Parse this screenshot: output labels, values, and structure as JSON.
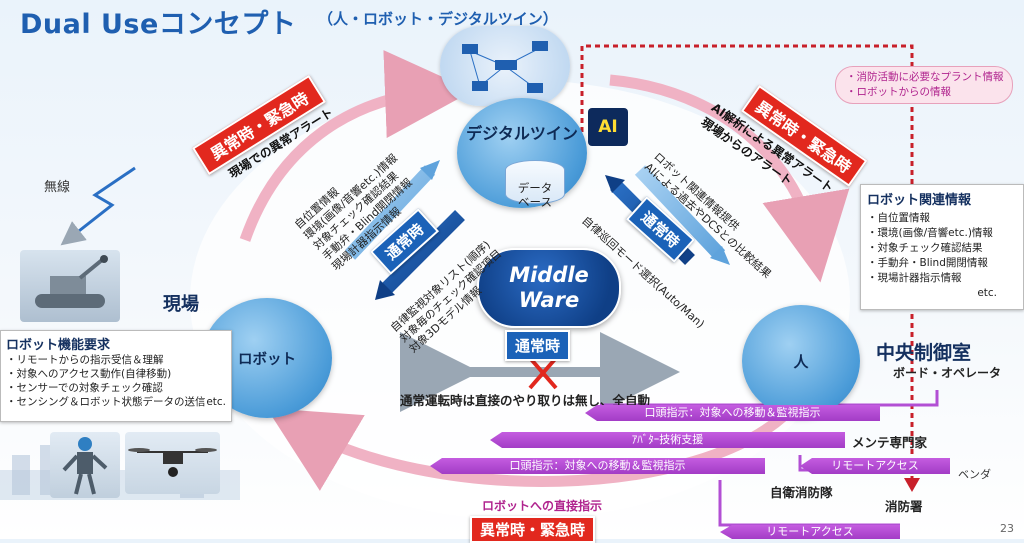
{
  "title": "Dual Useコンセプト",
  "subtitle": "（人・ロボット・デジタルツイン）",
  "page_number": "23",
  "nodes": {
    "robot": "ロボット",
    "human": "人",
    "digital_twin": "デジタルツイン",
    "ai": "AI",
    "database": "データ\nベース",
    "middleware": "Middle\nWare",
    "field": "現場",
    "control_room": "中央制御室",
    "board_operator": "ボード・オペレータ",
    "wireless": "無線"
  },
  "badges": {
    "emergency_left": "異常時・緊急時",
    "emergency_left_note": "現場での異常アラート",
    "emergency_right": "異常時・緊急時",
    "emergency_right_note1": "AI解析による異常アラート",
    "emergency_right_note2": "現場からのアラート",
    "emergency_bottom": "異常時・緊急時",
    "normal_left": "通常時",
    "normal_right": "通常時",
    "normal_center": "通常時"
  },
  "left_flow_up": [
    "自位置情報",
    "環境(画像/音響etc.)情報",
    "対象チェック確認結果",
    "手動弁・Blind開閉情報",
    "現場計器指示情報"
  ],
  "left_flow_down": [
    "自律監視対象リスト(順序)",
    "対象毎のチェック確認項目",
    "対象3Dモデル情報"
  ],
  "right_flow_up": [
    "ロボット関連情報提供",
    "AIによる過去やDCSとの比較結果"
  ],
  "right_flow_down": [
    "自律巡回モード選択(Auto/Man)"
  ],
  "normal_operation_note": "通常運転時は直接のやり取りは無し、全自動",
  "top_right_callout": [
    "・消防活動に必要なプラント情報",
    "・ロボットからの情報"
  ],
  "robot_info": {
    "title": "ロボット関連情報",
    "items": [
      "・自位置情報",
      "・環境(画像/音響etc.)情報",
      "・対象チェック確認結果",
      "・手動弁・Blind開閉情報",
      "・現場計器指示情報"
    ],
    "etc": "etc."
  },
  "robot_req": {
    "title": "ロボット機能要求",
    "items": [
      "・リモートからの指示受信＆理解",
      "・対象へのアクセス動作(自律移動)",
      "・センサーでの対象チェック確認",
      "・センシング＆ロボット状態データの送信"
    ],
    "etc": "etc."
  },
  "purple_arrows": {
    "a1": "口頭指示：対象への移動＆監視指示",
    "a2": "ｱﾊﾞﾀｰ技術支援",
    "a3": "口頭指示：対象への移動＆監視指示",
    "a4": "リモートアクセス",
    "a5": "リモートアクセス"
  },
  "actors": {
    "maintenance": "メンテ専門家",
    "vendor": "ベンダ",
    "self_fire": "自衛消防隊",
    "fire_dept": "消防署"
  },
  "direct_instruction": "ロボットへの直接指示"
}
